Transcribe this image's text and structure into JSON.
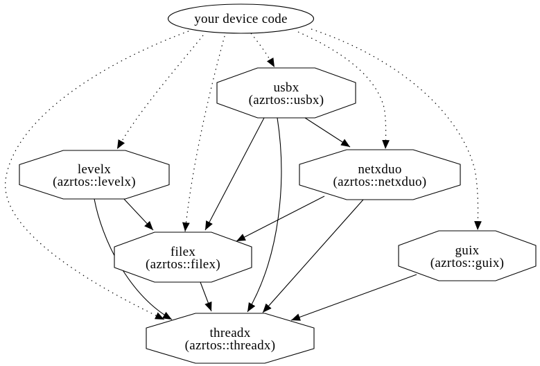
{
  "diagram": {
    "type": "dependency-graph",
    "colors": {
      "background": "#ffffff",
      "node_fill": "#ffffff",
      "stroke": "#000000",
      "text": "#000000"
    },
    "nodes": {
      "device": {
        "label": "your device code",
        "shape": "ellipse"
      },
      "usbx": {
        "label": "usbx",
        "sublabel": "(azrtos::usbx)",
        "shape": "octagon"
      },
      "levelx": {
        "label": "levelx",
        "sublabel": "(azrtos::levelx)",
        "shape": "octagon"
      },
      "netxduo": {
        "label": "netxduo",
        "sublabel": "(azrtos::netxduo)",
        "shape": "octagon"
      },
      "filex": {
        "label": "filex",
        "sublabel": "(azrtos::filex)",
        "shape": "octagon"
      },
      "guix": {
        "label": "guix",
        "sublabel": "(azrtos::guix)",
        "shape": "octagon"
      },
      "threadx": {
        "label": "threadx",
        "sublabel": "(azrtos::threadx)",
        "shape": "octagon"
      }
    },
    "edges": [
      {
        "from": "your device code",
        "to": "usbx",
        "style": "dotted"
      },
      {
        "from": "your device code",
        "to": "levelx",
        "style": "dotted"
      },
      {
        "from": "your device code",
        "to": "filex",
        "style": "dotted"
      },
      {
        "from": "your device code",
        "to": "netxduo",
        "style": "dotted"
      },
      {
        "from": "your device code",
        "to": "guix",
        "style": "dotted"
      },
      {
        "from": "your device code",
        "to": "threadx",
        "style": "dotted"
      },
      {
        "from": "usbx",
        "to": "netxduo",
        "style": "solid"
      },
      {
        "from": "usbx",
        "to": "filex",
        "style": "solid"
      },
      {
        "from": "usbx",
        "to": "threadx",
        "style": "solid"
      },
      {
        "from": "levelx",
        "to": "filex",
        "style": "solid"
      },
      {
        "from": "levelx",
        "to": "threadx",
        "style": "solid"
      },
      {
        "from": "netxduo",
        "to": "filex",
        "style": "solid"
      },
      {
        "from": "netxduo",
        "to": "threadx",
        "style": "solid"
      },
      {
        "from": "filex",
        "to": "threadx",
        "style": "solid"
      },
      {
        "from": "guix",
        "to": "threadx",
        "style": "solid"
      }
    ]
  }
}
